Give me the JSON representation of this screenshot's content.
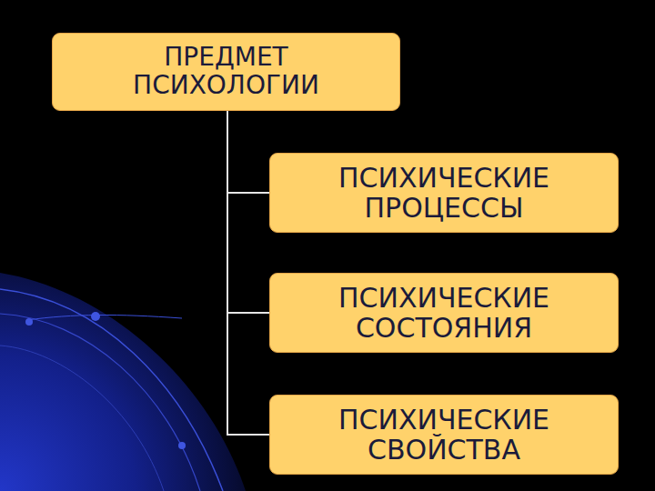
{
  "diagram": {
    "nodes": [
      {
        "text": [
          "ПРЕДМЕТ ПСИХОЛОГИИ"
        ]
      },
      {
        "text": [
          "ПСИХИЧЕСКИЕ ПРОЦЕССЫ"
        ]
      },
      {
        "text": [
          "ПСИХИЧЕСКИЕ СОСТОЯНИЯ"
        ]
      },
      {
        "text": [
          "ПСИХИЧЕСКИЕ СВОЙСТВА"
        ]
      }
    ],
    "edges": [
      {
        "from": 0,
        "to": 1,
        "arrow": "none"
      },
      {
        "from": 0,
        "to": 2,
        "arrow": "none"
      },
      {
        "from": 0,
        "to": 3,
        "arrow": "none"
      }
    ]
  }
}
